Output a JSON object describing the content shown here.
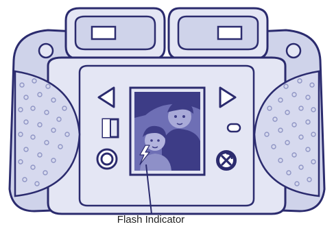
{
  "diagram": {
    "callouts": [
      {
        "label": "Flash Indicator",
        "target": "flash-indicator-icon"
      }
    ]
  },
  "colors": {
    "outline": "#2b2b6e",
    "body_fill": "#e4e6f4",
    "grip_fill": "#cfd3ea",
    "dot_stroke": "#8f95c4",
    "screen_fill": "#6e6fb5",
    "screen_dark": "#3d3c86",
    "flash_fill": "#ffffff",
    "label_text": "#222222"
  },
  "icons": {
    "flash_indicator": "lightning-bolt",
    "left_arrow": "triangle-left",
    "right_arrow": "triangle-right",
    "shutter": "round-button",
    "delete": "x-circle"
  }
}
